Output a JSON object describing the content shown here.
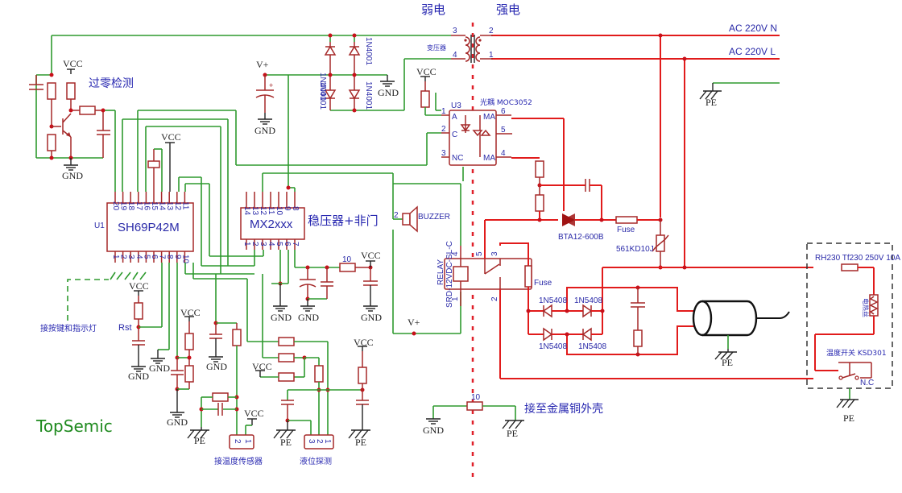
{
  "diagram": {
    "type": "circuit-schematic",
    "zones": {
      "weak_current": "弱电",
      "strong_current": "强电"
    },
    "section_labels": {
      "zero_cross": "过零检测",
      "regulator_not_gate": "稳压器+非门",
      "keys_and_leds": "接按键和指示灯",
      "temp_sensor": "接温度传感器",
      "level_probe": "液位探测",
      "metal_case": "接至金属铜外壳"
    },
    "brand": "TopSemic",
    "power_labels": {
      "vcc": "VCC",
      "gnd": "GND",
      "pe": "PE",
      "vplus": "V+"
    },
    "mains": {
      "neutral": "AC 220V N",
      "live": "AC 220V L"
    },
    "transformer": {
      "label": "变压器",
      "pins": [
        "3",
        "4",
        "2",
        "1"
      ]
    },
    "diodes_bridge": [
      "1N4001",
      "1N4001",
      "1N4001",
      "1N4001"
    ],
    "mcu": {
      "ref": "U1",
      "part": "SH69P42M",
      "pins_top": [
        "20",
        "19",
        "18",
        "17",
        "16",
        "15",
        "14",
        "13",
        "12",
        "11"
      ],
      "pins_bottom": [
        "1",
        "2",
        "3",
        "4",
        "5",
        "6",
        "7",
        "8",
        "9",
        "10"
      ]
    },
    "regulator": {
      "part": "MX2xxx",
      "pins_top": [
        "14",
        "13",
        "12",
        "11",
        "10",
        "9",
        "8"
      ],
      "pins_bottom": [
        "1",
        "2",
        "3",
        "4",
        "5",
        "6",
        "7"
      ]
    },
    "optocoupler": {
      "ref": "U3",
      "title": "光耦 MOC3052",
      "pins_left": [
        {
          "num": "1",
          "name": "A"
        },
        {
          "num": "2",
          "name": "C"
        },
        {
          "num": "3",
          "name": "NC"
        }
      ],
      "pins_right": [
        {
          "num": "6",
          "name": "MA"
        },
        {
          "num": "5",
          "name": ""
        },
        {
          "num": "4",
          "name": "MA"
        }
      ]
    },
    "buzzer": {
      "label": "BUZZER",
      "pins": [
        "2",
        "1"
      ]
    },
    "relay": {
      "label_1": "RELAY",
      "label_2": "SRD-12VDC-SL-C",
      "pins": [
        "4",
        "1",
        "5",
        "3",
        "2"
      ]
    },
    "triac": {
      "part": "BTA12-600B"
    },
    "varistor": {
      "part": "561KD10J"
    },
    "fuse_label": "Fuse",
    "rectifier_diodes": [
      "1N5408",
      "1N5408",
      "1N5408",
      "1N5408"
    ],
    "resistor_values": {
      "r_10_a": "10",
      "r_10_b": "10"
    },
    "rst_label": "Rst",
    "heater_box": {
      "fuse": "RH230 Tf230 250V 10A",
      "heater": "电热丝",
      "thermostat": "温度开关 KSD301",
      "nc": "N.C"
    },
    "sensor_connector_pins": [
      "2",
      "1"
    ],
    "probe_connector_pins": [
      "3",
      "2",
      "1"
    ]
  }
}
